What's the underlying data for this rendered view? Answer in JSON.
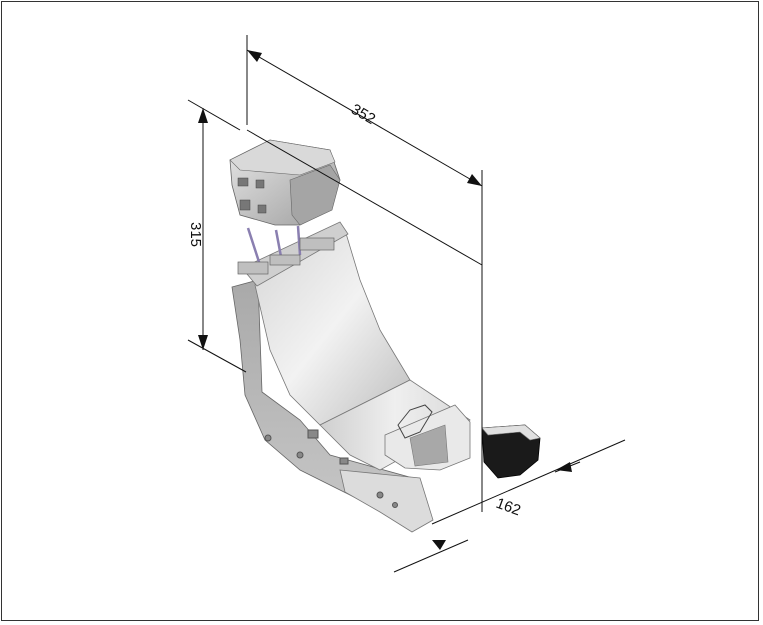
{
  "dimensions": {
    "width": "352",
    "height": "315",
    "depth": "162"
  },
  "colors": {
    "frame": "#333333",
    "seat_light": "#e6e6e6",
    "seat_mid": "#c4c4c4",
    "seat_dark": "#8f8f8f",
    "pad_black": "#1a1a1a",
    "rod_purple": "#8a7fb0"
  }
}
